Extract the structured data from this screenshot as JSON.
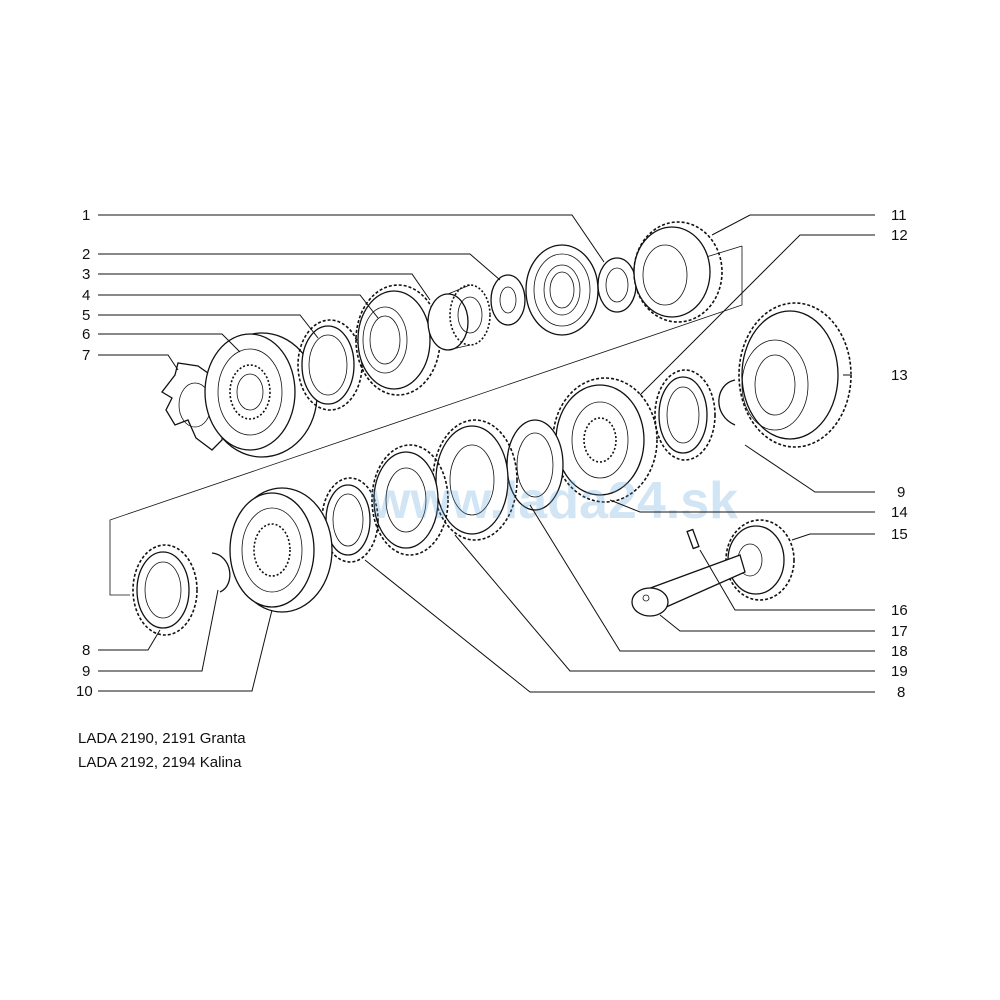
{
  "callouts": {
    "c1": "1",
    "c2": "2",
    "c3": "3",
    "c4": "4",
    "c5": "5",
    "c6": "6",
    "c7": "7",
    "c8a": "8",
    "c8b": "8",
    "c9a": "9",
    "c9b": "9",
    "c10": "10",
    "c11": "11",
    "c12": "12",
    "c13": "13",
    "c14": "14",
    "c15": "15",
    "c16": "16",
    "c17": "17",
    "c18": "18",
    "c19": "19"
  },
  "watermark": "www.lada24.sk",
  "captions": [
    "LADA 2190, 2191 Granta",
    "LADA 2192, 2194 Kalina"
  ]
}
